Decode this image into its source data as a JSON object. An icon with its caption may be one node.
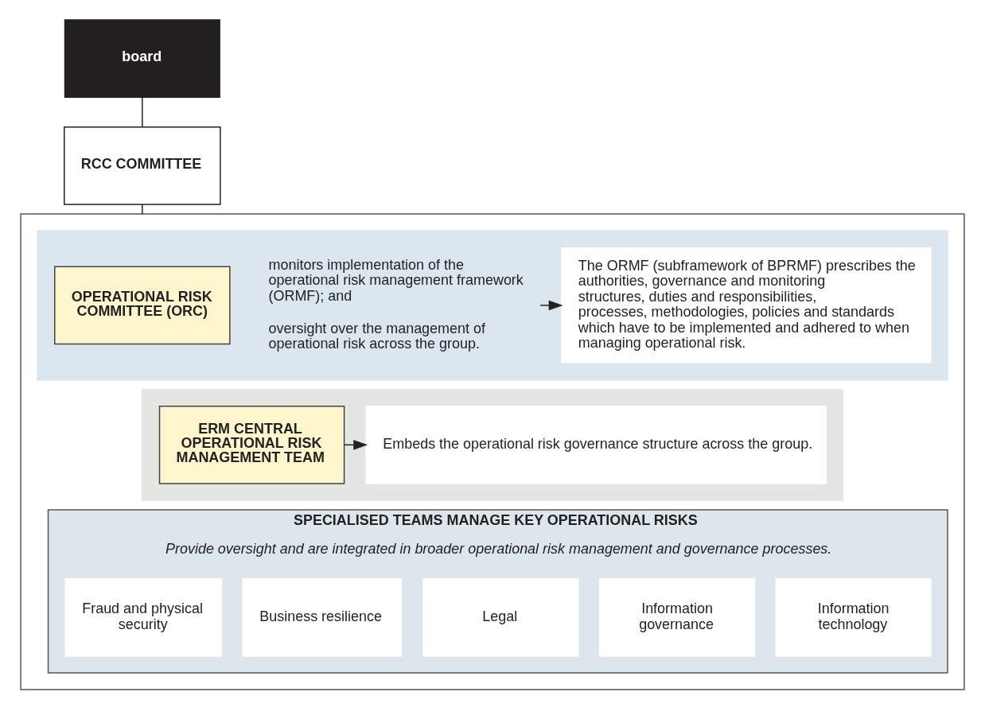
{
  "diagram": {
    "nodes": [
      {
        "text": [
          "board"
        ]
      },
      {
        "text": [
          "RCC COMMITTEE"
        ]
      },
      {
        "text": [],
        "shape": "box"
      },
      {
        "text": [],
        "shape": "box",
        "in": 2
      },
      {
        "text": [
          "OPERATIONAL RISK COMMITTEE (ORC)"
        ],
        "in": 3
      },
      {
        "text": [
          "monitors implementation of the operational risk management framework (ORMF); and",
          "oversight over the management of operational risk across the group."
        ],
        "in": 3
      },
      {
        "text": [
          "The ORMF (subframework of BPRMF) prescribes the authorities, governance and monitoring structures, duties and responsibilities, processes, methodologies, policies and standards which have to be implemented and adhered to when managing operational risk."
        ],
        "in": 3
      },
      {
        "text": [],
        "shape": "box",
        "in": 2
      },
      {
        "text": [
          "ERM CENTRAL OPERATIONAL RISK MANAGEMENT TEAM"
        ],
        "in": 7
      },
      {
        "text": [
          "Embeds the operational risk governance structure across the group."
        ],
        "in": 7
      },
      {
        "text": [
          "SPECIALISED TEAMS MANAGE KEY OPERATIONAL RISKS",
          "Provide oversight and are integrated in broader operational risk management and governance processes."
        ],
        "in": 2
      },
      {
        "text": [
          "Fraud and physical security"
        ],
        "in": 10
      },
      {
        "text": [
          "Business resilience"
        ],
        "in": 10
      },
      {
        "text": [
          "Legal"
        ],
        "in": 10
      },
      {
        "text": [
          "Information governance"
        ],
        "in": 10
      },
      {
        "text": [
          "Information technology"
        ],
        "in": 10
      }
    ],
    "edges": [
      {
        "from": 0,
        "to": 1,
        "arrow": "none"
      },
      {
        "from": 1,
        "to": 2,
        "arrow": "none"
      },
      {
        "from": 5,
        "to": 6,
        "arrow": "to"
      },
      {
        "from": 8,
        "to": 9,
        "arrow": "to"
      }
    ]
  }
}
